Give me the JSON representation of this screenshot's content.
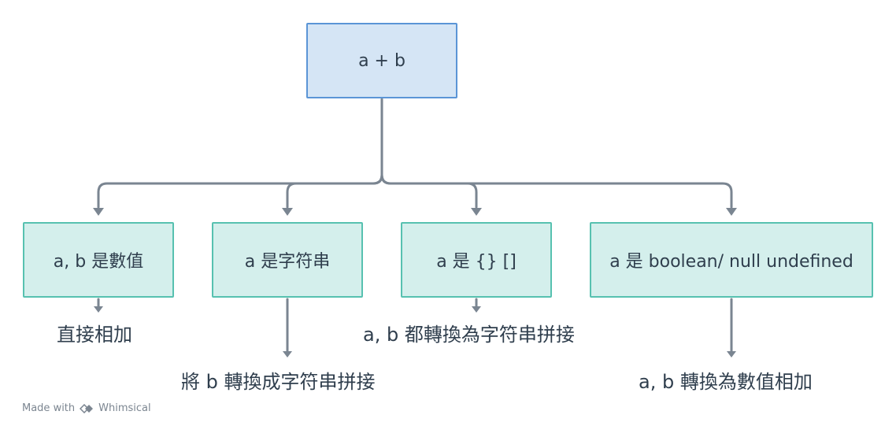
{
  "root": {
    "label": "a + b"
  },
  "children": [
    {
      "label": "a, b 是數值",
      "result": "直接相加"
    },
    {
      "label": "a 是字符串",
      "result": "將 b 轉換成字符串拼接"
    },
    {
      "label": "a 是 {} []",
      "result": "a, b 都轉換為字符串拼接"
    },
    {
      "label": "a 是 boolean/ null undefined",
      "result": "a, b 轉換為數值相加"
    }
  ],
  "footer": {
    "made_with": "Made with",
    "brand": "Whimsical"
  },
  "colors": {
    "root_fill": "#d5e5f5",
    "root_border": "#5b95d6",
    "child_fill": "#d4efec",
    "child_border": "#57c1b0",
    "connector": "#7a8591",
    "text": "#2f3e4d"
  }
}
